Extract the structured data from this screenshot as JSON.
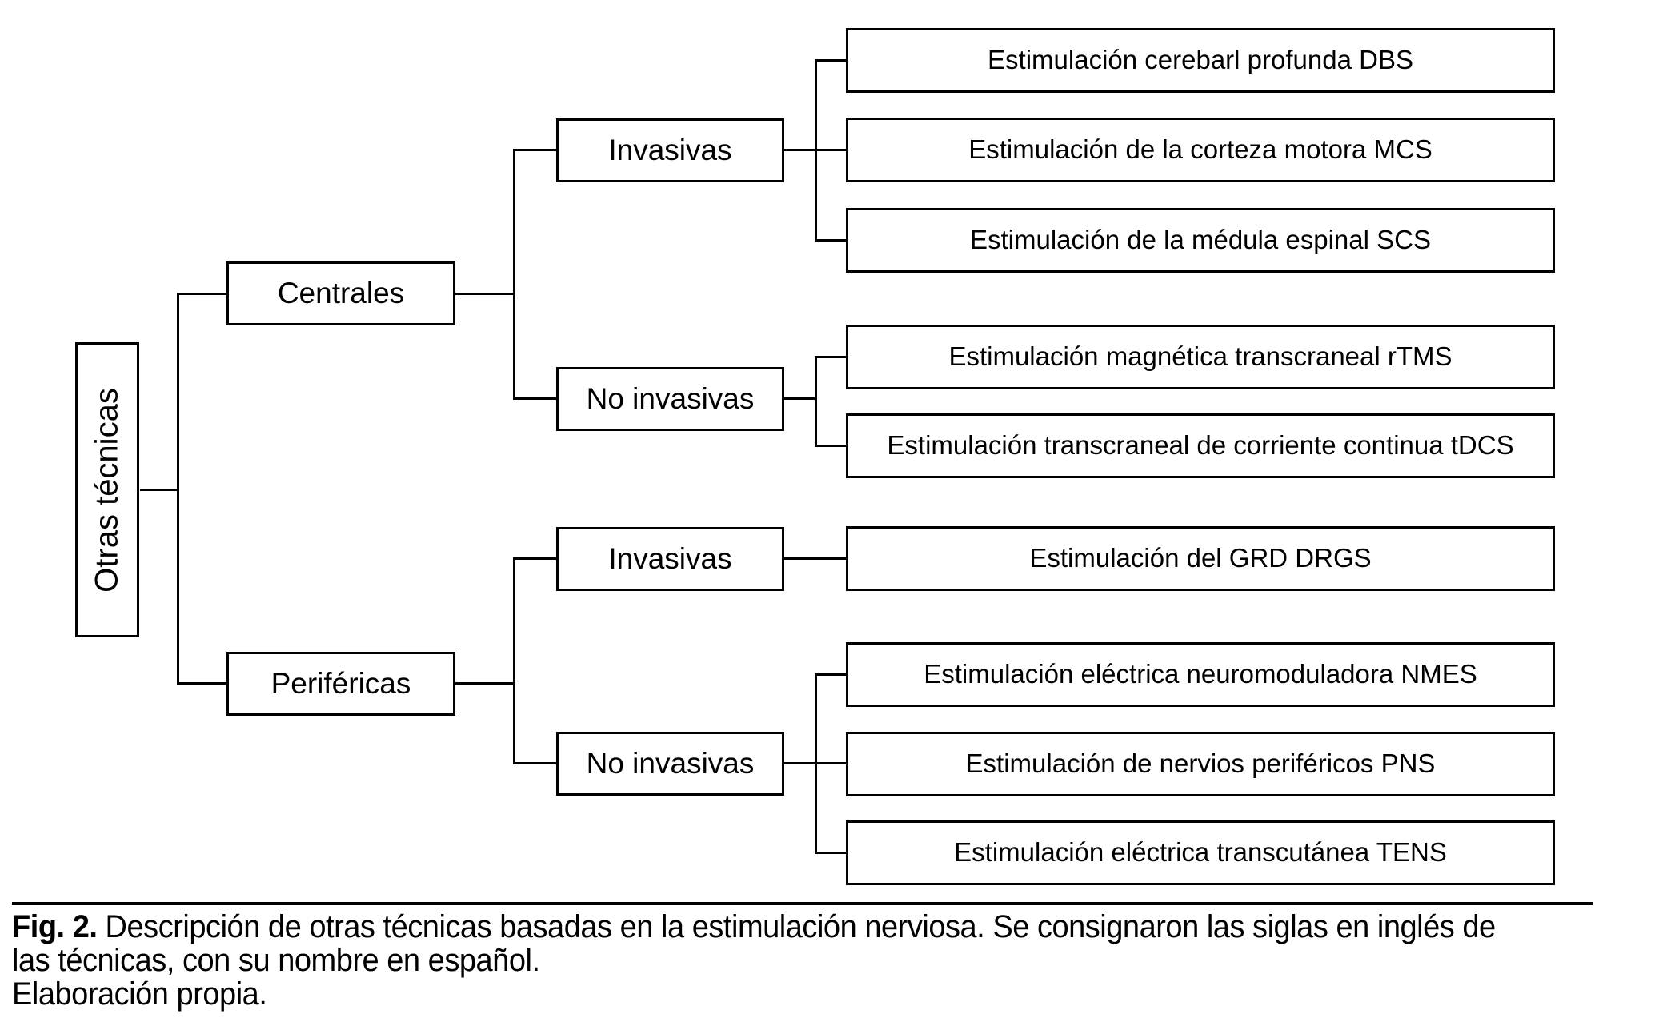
{
  "tree": {
    "root": "Otras técnicas",
    "children": [
      {
        "label": "Centrales",
        "children": [
          {
            "label": "Invasivas",
            "children": [
              "Estimulación cerebarl profunda DBS",
              "Estimulación de la corteza motora MCS",
              "Estimulación de la médula espinal SCS"
            ]
          },
          {
            "label": "No invasivas",
            "children": [
              "Estimulación magnética transcraneal rTMS",
              "Estimulación transcraneal de corriente continua tDCS"
            ]
          }
        ]
      },
      {
        "label": "Periféricas",
        "children": [
          {
            "label": "Invasivas",
            "children": [
              "Estimulación del GRD DRGS"
            ]
          },
          {
            "label": "No invasivas",
            "children": [
              "Estimulación eléctrica neuromoduladora NMES",
              "Estimulación de nervios periféricos PNS",
              "Estimulación eléctrica transcutánea TENS"
            ]
          }
        ]
      }
    ]
  },
  "caption": {
    "fig_label": "Fig. 2.",
    "line1_rest": " Descripción de otras técnicas basadas en la estimulación nerviosa. Se consignaron las siglas en inglés de",
    "line2": "las técnicas, con su nombre en español.",
    "line3": "Elaboración propia."
  },
  "colors": {
    "line": "#000000",
    "background": "#ffffff",
    "text": "#000000"
  }
}
